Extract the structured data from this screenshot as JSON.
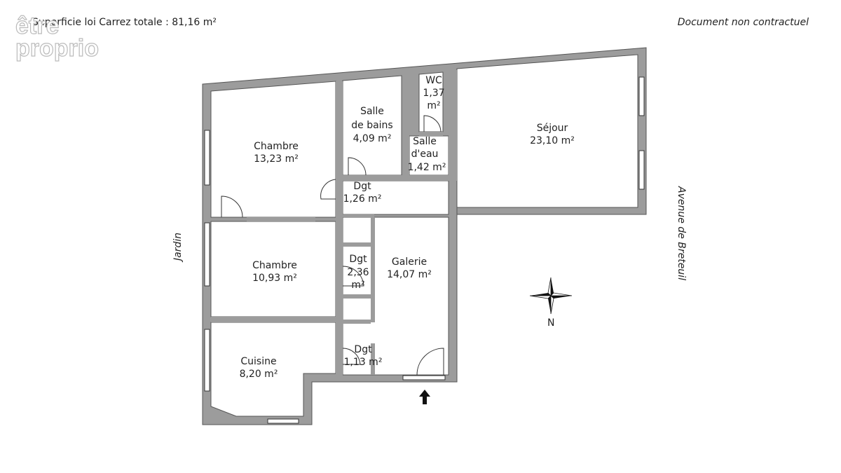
{
  "header": {
    "total_area": "Superficie loi Carrez totale : 81,16 m²",
    "disclaimer": "Document non contractuel"
  },
  "logo": {
    "line1": "être",
    "line2": "proprio"
  },
  "rooms": {
    "chambre1": {
      "name": "Chambre",
      "area": "13,23 m²"
    },
    "chambre2": {
      "name": "Chambre",
      "area": "10,93 m²"
    },
    "cuisine": {
      "name": "Cuisine",
      "area": "8,20 m²"
    },
    "sdb": {
      "name1": "Salle",
      "name2": "de bains",
      "area": "4,09 m²"
    },
    "wc": {
      "name": "WC",
      "area1": "1,37",
      "area2": "m²"
    },
    "salle_eau": {
      "name1": "Salle",
      "name2": "d'eau",
      "area": "1,42 m²"
    },
    "sejour": {
      "name": "Séjour",
      "area": "23,10 m²"
    },
    "dgt1": {
      "name": "Dgt",
      "area": "1,26 m²"
    },
    "dgt2": {
      "name": "Dgt",
      "area1": "2,36",
      "area2": "m²"
    },
    "dgt3": {
      "name": "Dgt",
      "area": "1,13 m²"
    },
    "galerie": {
      "name": "Galerie",
      "area": "14,07 m²"
    }
  },
  "orientation": {
    "left_side": "Jardin",
    "right_side": "Avenue de Breteuil",
    "compass": "N"
  },
  "colors": {
    "wall": "#9c9c9c",
    "background": "#ffffff"
  }
}
